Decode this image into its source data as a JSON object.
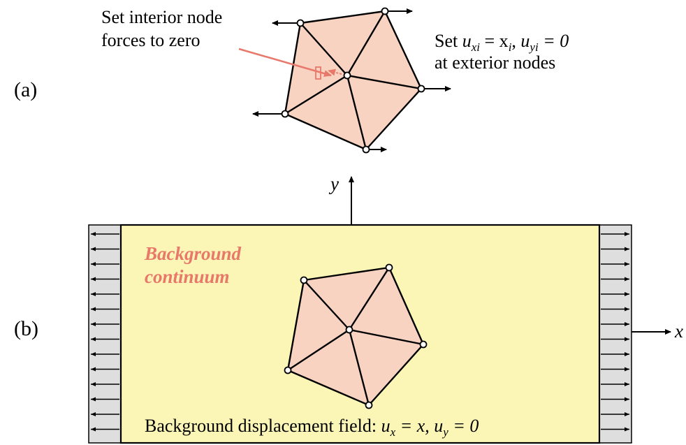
{
  "panel_a": {
    "label": "(a)",
    "note_interior_line1": "Set interior node",
    "note_interior_line2": "forces to zero",
    "note_exterior_prefix": "Set",
    "u": "u",
    "sub_xi": "xi",
    "eq_x": " = x",
    "sub_i": "i",
    "sep": ",  ",
    "sub_yi": "yi",
    "eq_zero": " = 0",
    "note_exterior_line2": "at exterior nodes"
  },
  "panel_b": {
    "label": "(b)",
    "bg_label_line1": "Background",
    "bg_label_line2": "continuum",
    "field_prefix": "Background displacement field:",
    "u": "u",
    "sub_x": "x",
    "eq_x": " = x,",
    "sub_y": "y",
    "eq_zero": " = 0"
  },
  "axes": {
    "x_label": "x",
    "y_label": "y"
  },
  "colors": {
    "element_fill": "#f9d3c2",
    "background_fill": "#fcf6b6",
    "edge_strip": "#dedede",
    "accent": "#e8786a"
  }
}
